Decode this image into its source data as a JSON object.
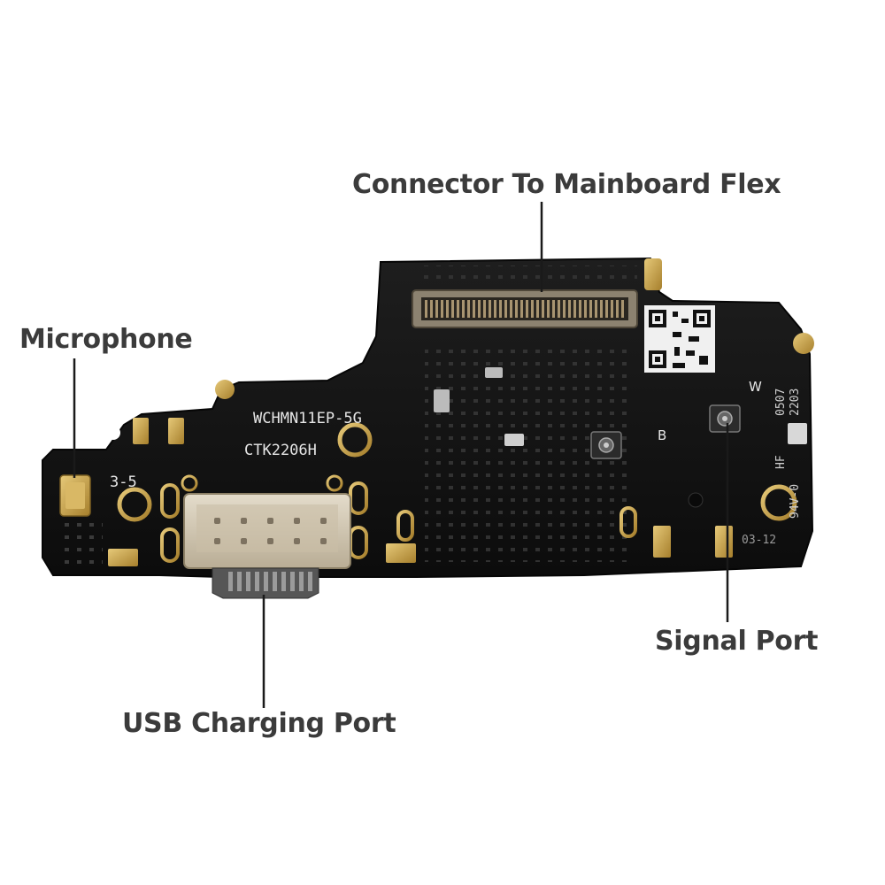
{
  "callouts": {
    "connector": "Connector To Mainboard Flex",
    "microphone": "Microphone",
    "signal_port": "Signal Port",
    "usb_port": "USB Charging Port"
  },
  "board_markings": {
    "model": "WCHMN11EP-5G",
    "code": "CTK2206H",
    "mic_mark": "3-5",
    "antenna_b": "B",
    "antenna_w": "W",
    "side_text_1": "0507",
    "side_text_2": "2203",
    "side_text_3": "HF",
    "side_text_4": "94V-0",
    "side_text_5": "03-12"
  },
  "colors": {
    "board": "#141414",
    "gold": "#c9a24a",
    "label": "#3b3b3b",
    "line": "#1a1a1a"
  }
}
